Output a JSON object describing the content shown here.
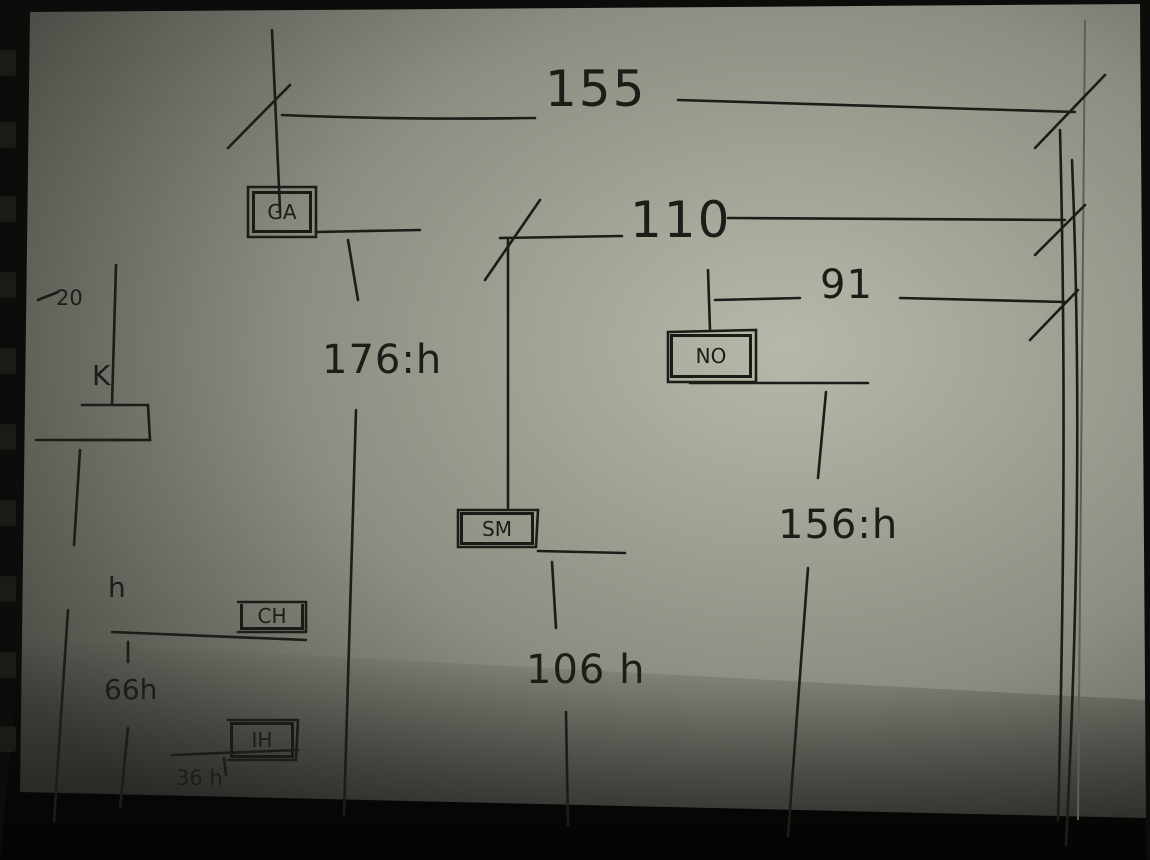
{
  "dimensions": {
    "top_span": "155",
    "middle_span": "110",
    "inner_span": "91",
    "left_offset": "20"
  },
  "nodes": {
    "ga": "GA",
    "sm": "SM",
    "no": "NO",
    "ch": "CH",
    "ih": "IH",
    "k": "K"
  },
  "heights": {
    "h176": "176:h",
    "h156": "156:h",
    "h106": "106 h",
    "h66": "66h",
    "h36": "36 h",
    "left_h": "h"
  },
  "colors": {
    "paper": "#c2c2b5",
    "ink": "#1c1c18",
    "background": "#0c0c0b"
  }
}
